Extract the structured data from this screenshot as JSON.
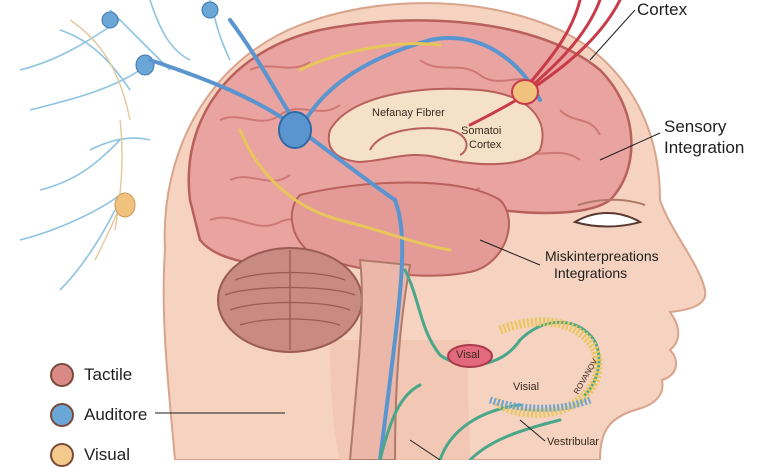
{
  "labels": {
    "cortex": "Cortex",
    "sensory_integration_line1": "Sensory",
    "sensory_integration_line2": "Integration",
    "sensory_fibrer": "Nefanay Fibrer",
    "somato_cortex_line1": "Somatoi",
    "somato_cortex_line2": "Cortex",
    "misinterpretations_line1": "Miskinterpreations",
    "misinterpretations_line2": "Integrations",
    "visual_upper": "Visal",
    "visual_lower": "Visial",
    "vestibular": "Vestribular",
    "coil_text": "ROVANOV"
  },
  "legend": [
    {
      "label": "Tactile",
      "color": "#d98a86"
    },
    {
      "label": "Auditore",
      "color": "#6aa6d6"
    },
    {
      "label": "Visual",
      "color": "#f3c98c"
    }
  ],
  "colors": {
    "skin": "#f6d2c0",
    "brain": "#e9a3a0",
    "nerve_blue": "#5b95cf",
    "nerve_red": "#c93a48",
    "nerve_green": "#4aa78a",
    "nerve_yellow": "#e8c659"
  }
}
